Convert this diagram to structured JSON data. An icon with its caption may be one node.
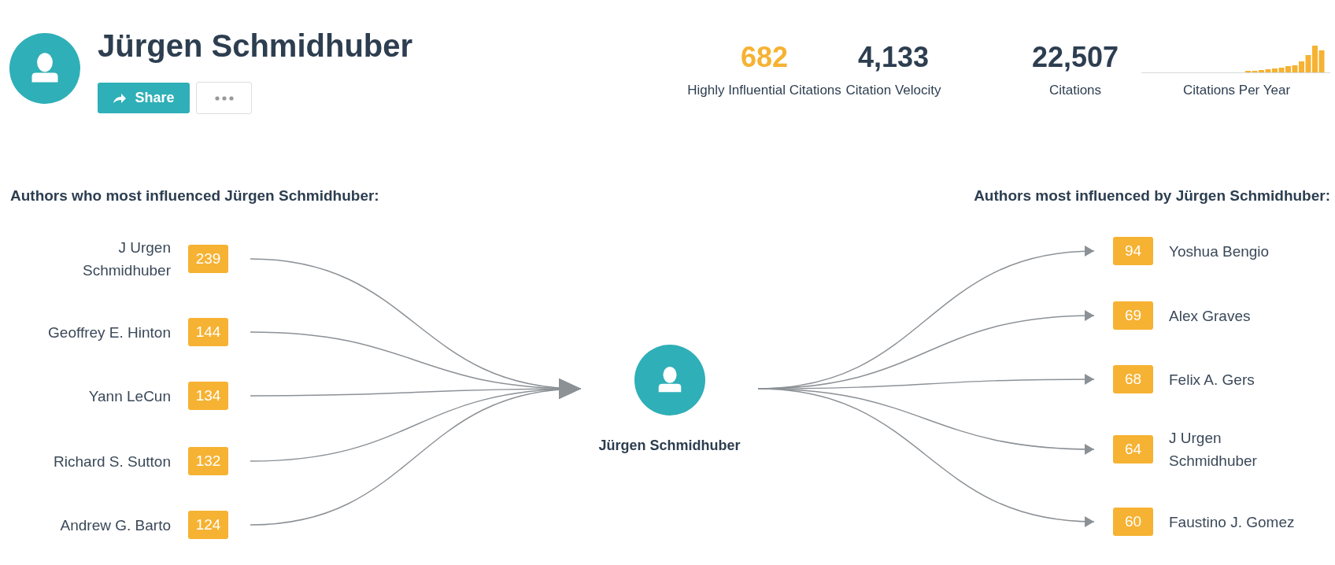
{
  "diagram": {
    "title": "Jürgen Schmidhuber",
    "nodes": [
      {
        "text": [
          "J Urgen Schmidhuber",
          "239"
        ]
      },
      {
        "text": [
          "Geoffrey E. Hinton",
          "144"
        ]
      },
      {
        "text": [
          "Yann LeCun",
          "134"
        ]
      },
      {
        "text": [
          "Richard S. Sutton",
          "132"
        ]
      },
      {
        "text": [
          "Andrew G. Barto",
          "124"
        ]
      },
      {
        "text": [
          "Jürgen Schmidhuber"
        ]
      },
      {
        "text": [
          "94",
          "Yoshua Bengio"
        ]
      },
      {
        "text": [
          "69",
          "Alex Graves"
        ]
      },
      {
        "text": [
          "68",
          "Felix A. Gers"
        ]
      },
      {
        "text": [
          "64",
          "J Urgen Schmidhuber"
        ]
      },
      {
        "text": [
          "60",
          "Faustino J. Gomez"
        ]
      }
    ],
    "edges": [
      {
        "from": 0,
        "to": 5,
        "arrow": "to"
      },
      {
        "from": 1,
        "to": 5,
        "arrow": "to"
      },
      {
        "from": 2,
        "to": 5,
        "arrow": "to"
      },
      {
        "from": 3,
        "to": 5,
        "arrow": "to"
      },
      {
        "from": 4,
        "to": 5,
        "arrow": "to"
      },
      {
        "from": 5,
        "to": 6,
        "arrow": "to"
      },
      {
        "from": 5,
        "to": 7,
        "arrow": "to"
      },
      {
        "from": 5,
        "to": 8,
        "arrow": "to"
      },
      {
        "from": 5,
        "to": 9,
        "arrow": "to"
      },
      {
        "from": 5,
        "to": 10,
        "arrow": "to"
      }
    ],
    "labels": [
      "Share",
      "682",
      "Highly Influential Citations",
      "4,133",
      "Citation Velocity",
      "22,507",
      "Citations",
      "Citations Per Year",
      "Authors who most influenced Jürgen Schmidhuber:",
      "Authors most influenced by Jürgen Schmidhuber:"
    ]
  }
}
